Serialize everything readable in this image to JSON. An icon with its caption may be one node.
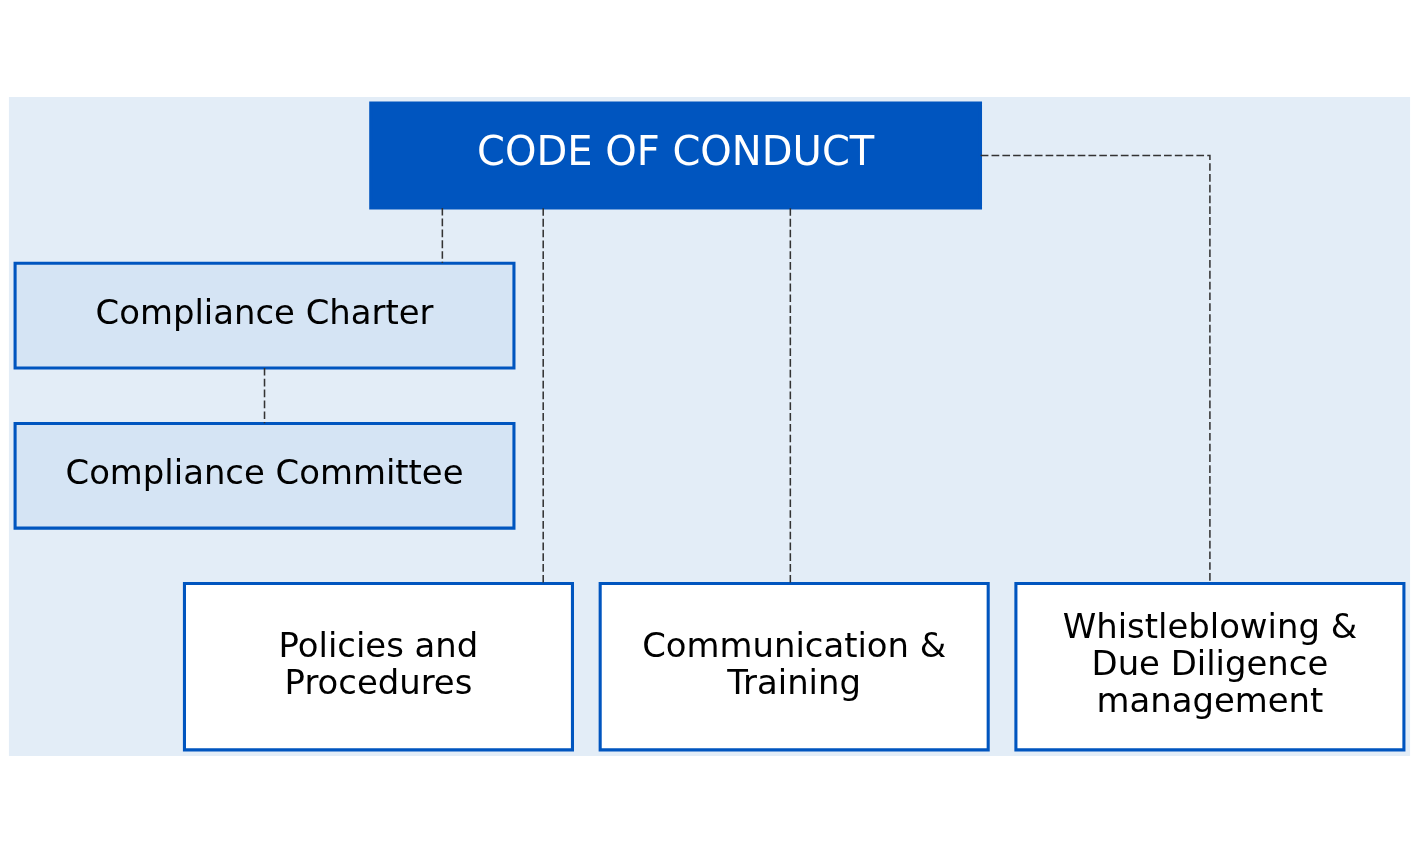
{
  "diagram": {
    "nodes": [
      {
        "text": [
          "CODE OF CONDUCT"
        ]
      },
      {
        "text": [
          "Compliance Charter"
        ]
      },
      {
        "text": [
          "Compliance Committee"
        ]
      },
      {
        "text": [
          "Policies and Procedures"
        ]
      },
      {
        "text": [
          "Communication & Training"
        ]
      },
      {
        "text": [
          "Whistleblowing & Due Diligence management"
        ]
      }
    ],
    "edges": [
      {
        "from": 0,
        "to": 1,
        "arrow": "none",
        "style": "dashed"
      },
      {
        "from": 1,
        "to": 2,
        "arrow": "none",
        "style": "dashed"
      },
      {
        "from": 0,
        "to": 3,
        "arrow": "none",
        "style": "dashed"
      },
      {
        "from": 0,
        "to": 4,
        "arrow": "none",
        "style": "dashed"
      },
      {
        "from": 0,
        "to": 5,
        "arrow": "none",
        "style": "dashed"
      }
    ]
  }
}
